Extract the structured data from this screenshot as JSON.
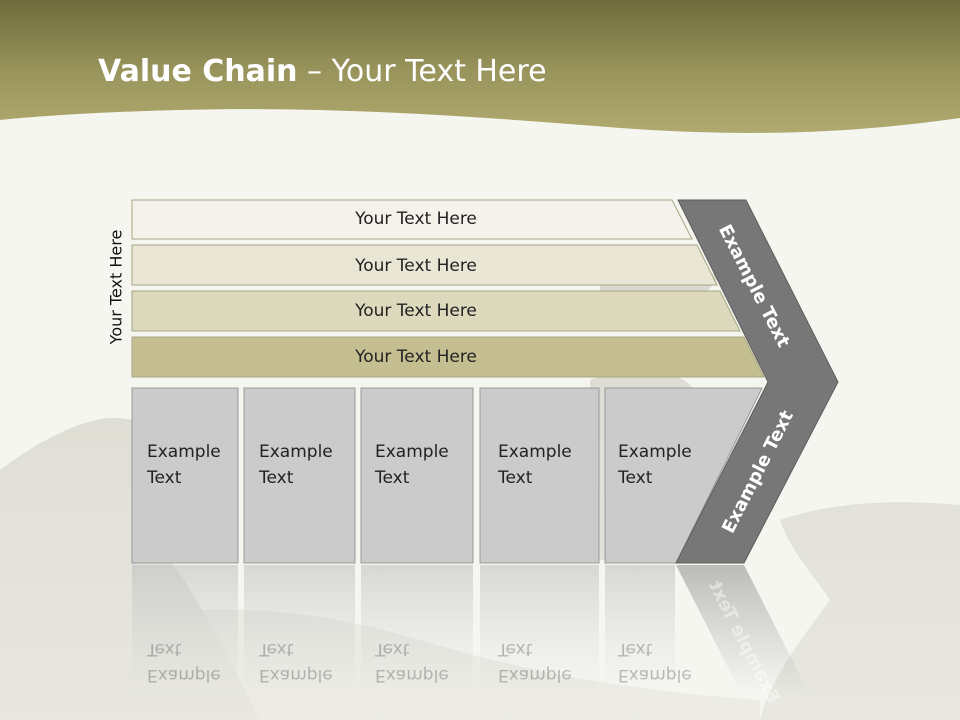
{
  "title": {
    "bold": "Value Chain",
    "rest": " – Your Text Here"
  },
  "vertical_label": "Your Text Here",
  "bars": [
    {
      "label": "Your Text Here"
    },
    {
      "label": "Your Text Here"
    },
    {
      "label": "Your Text Here"
    },
    {
      "label": "Your Text Here"
    }
  ],
  "boxes": [
    {
      "line1": "Example",
      "line2": "Text"
    },
    {
      "line1": "Example",
      "line2": "Text"
    },
    {
      "line1": "Example",
      "line2": "Text"
    },
    {
      "line1": "Example",
      "line2": "Text"
    },
    {
      "line1": "Example",
      "line2": "Text"
    }
  ],
  "chevron": {
    "upper": "Example Text",
    "lower": "Example Text"
  },
  "colors": {
    "header": "#8f8a4f",
    "bar1": "#f4f2ea",
    "bar2": "#e9e6d6",
    "bar3": "#ddd9bd",
    "bar4": "#c5be90",
    "box": "#cbcbcb",
    "chevron": "#777777"
  }
}
